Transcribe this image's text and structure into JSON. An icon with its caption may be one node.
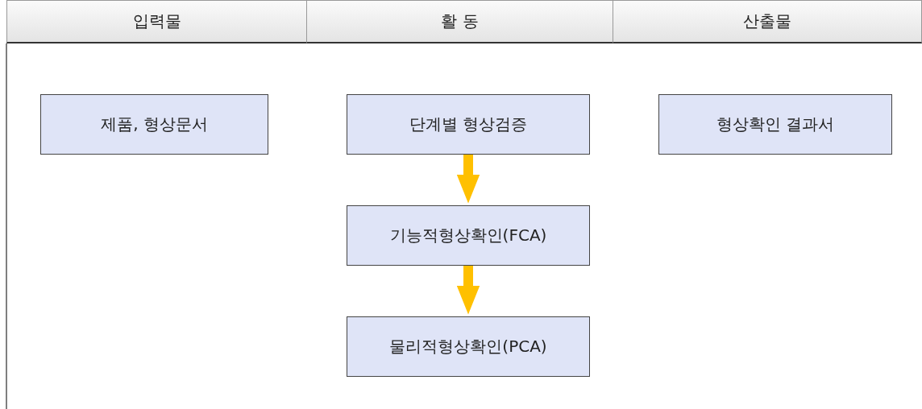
{
  "diagram": {
    "nodes": [
      {
        "text": [
          "제품, 형상문서"
        ]
      },
      {
        "text": [
          "단계별 형상검증"
        ]
      },
      {
        "text": [
          "형상확인 결과서"
        ]
      },
      {
        "text": [
          "기능적형상확인(FCA)"
        ]
      },
      {
        "text": [
          "물리적형상확인(PCA)"
        ]
      }
    ],
    "edges": [
      {
        "from": 1,
        "to": 3,
        "arrow": "to"
      },
      {
        "from": 3,
        "to": 4,
        "arrow": "to"
      }
    ],
    "labels": [
      "입력물",
      "활 동",
      "산출물"
    ]
  }
}
